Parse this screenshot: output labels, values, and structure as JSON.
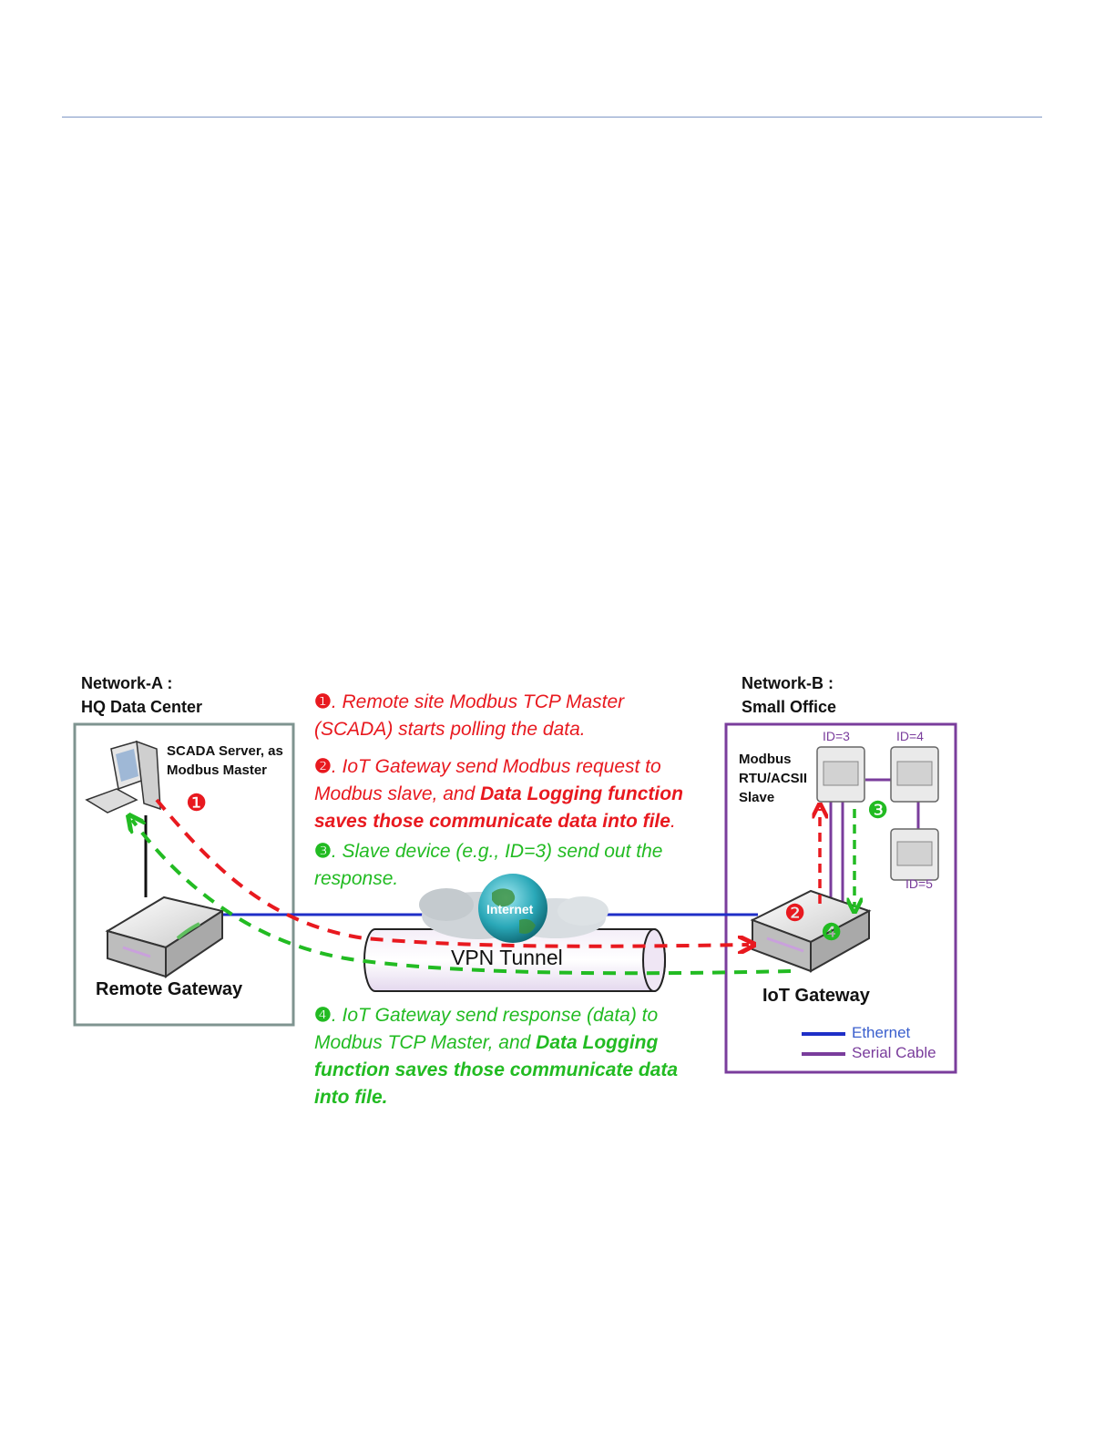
{
  "network_a": {
    "title_line1": "Network-A :",
    "title_line2": "HQ Data Center"
  },
  "network_b": {
    "title_line1": "Network-B :",
    "title_line2": "Small Office"
  },
  "scada": {
    "line1": "SCADA Server, as",
    "line2": "Modbus Master"
  },
  "slave": {
    "line1": "Modbus",
    "line2": "RTU/ACSII",
    "line3": "Slave"
  },
  "ids": {
    "id3": "ID=3",
    "id4": "ID=4",
    "id5": "ID=5"
  },
  "remote_gateway": "Remote Gateway",
  "iot_gateway": "IoT Gateway",
  "internet": "Internet",
  "vpn_tunnel": "VPN Tunnel",
  "markers": {
    "m1": "❶",
    "m2": "❷",
    "m3": "❸",
    "m4": "❹"
  },
  "steps": {
    "s1": {
      "marker": "❶",
      "a": ". Remote site Modbus TCP Master",
      "b": "(SCADA) starts polling the data."
    },
    "s2": {
      "marker": "❷",
      "a": ". IoT Gateway send Modbus request to",
      "b1": "Modbus slave, and ",
      "b2": "Data Logging function",
      "c": "saves those communicate data into file",
      "c_end": "."
    },
    "s3": {
      "marker": "❸",
      "a": ". Slave device (e.g., ID=3) send out the",
      "b": "response."
    },
    "s4": {
      "marker": "❹",
      "a": ". IoT Gateway send response (data) to",
      "b1": "Modbus TCP Master, and ",
      "b2": "Data Logging",
      "c": "function saves those communicate data",
      "d": "into file."
    }
  },
  "legend": {
    "ethernet": "Ethernet",
    "serial": "Serial Cable"
  },
  "colors": {
    "request": "#e8191f",
    "response": "#22bb22",
    "ethernet": "#1f2fc7",
    "serial": "#7a3d9c",
    "box_a": "#7f9490",
    "box_b": "#7a3d9c"
  }
}
